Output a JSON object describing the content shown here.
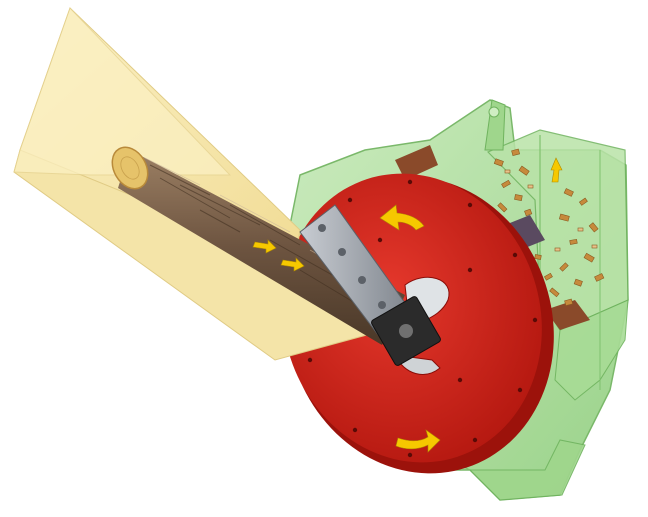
{
  "diagram": {
    "subject": "disc-wood-chipper-cutaway",
    "components": [
      {
        "id": "feed-hopper",
        "icon": "hopper-icon"
      },
      {
        "id": "log",
        "icon": "log-icon"
      },
      {
        "id": "cutting-disc",
        "icon": "disc-icon"
      },
      {
        "id": "knife-blade",
        "icon": "blade-icon"
      },
      {
        "id": "housing",
        "icon": "housing-icon"
      },
      {
        "id": "wood-chips",
        "icon": "chips-icon"
      }
    ],
    "arrows": [
      {
        "id": "feed-direction",
        "count": 2,
        "icon": "arrow-right-icon"
      },
      {
        "id": "disc-rotation",
        "count": 2,
        "icon": "curved-arrow-icon"
      },
      {
        "id": "chip-discharge",
        "count": 1,
        "icon": "arrow-up-icon"
      }
    ],
    "colors": {
      "hopper": "#f7eab4",
      "hopper_edge": "#e8d48a",
      "disc": "#d8281e",
      "disc_dark": "#a8140f",
      "housing": "#a9dd98",
      "housing_dark": "#7fc26e",
      "blade": "#9aa0a8",
      "knife_block": "#2b2b2b",
      "log_bark": "#7a6048",
      "log_end": "#e6c36a",
      "arrow": "#f6c800",
      "chips": "#c68a3c"
    }
  }
}
